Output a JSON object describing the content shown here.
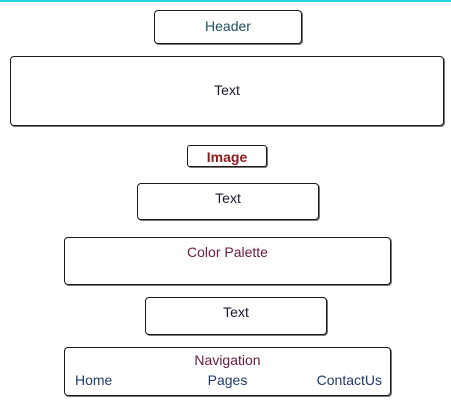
{
  "diagram": {
    "header": {
      "label": "Header"
    },
    "text_block_1": {
      "label": "Text"
    },
    "image": {
      "label": "Image"
    },
    "text_block_2": {
      "label": "Text"
    },
    "color_palette": {
      "label": "Color Palette"
    },
    "text_block_3": {
      "label": "Text"
    },
    "navigation": {
      "label": "Navigation",
      "items": [
        "Home",
        "Pages",
        "ContactUs"
      ]
    }
  },
  "colors": {
    "top_accent": "#27d3df",
    "header_text": "#1e4f63",
    "image_text": "#8b1a1a",
    "palette_text": "#6b1a3a",
    "nav_link_text": "#1e3a6e"
  }
}
